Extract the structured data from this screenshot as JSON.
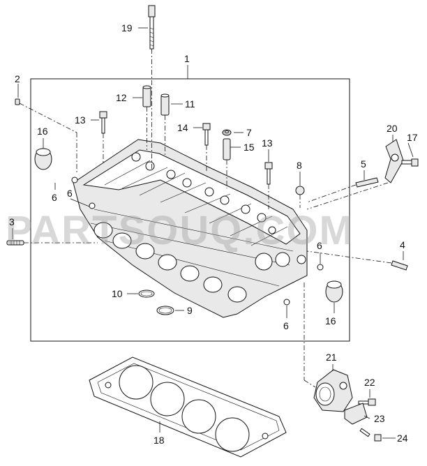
{
  "watermark": "PARTSOUQ.COM",
  "callouts": {
    "c1": "1",
    "c2": "2",
    "c3": "3",
    "c4": "4",
    "c5": "5",
    "c6a": "6",
    "c6b": "6",
    "c6c": "6",
    "c6d": "6",
    "c7": "7",
    "c8": "8",
    "c9": "9",
    "c10": "10",
    "c11": "11",
    "c12": "12",
    "c13a": "13",
    "c13b": "13",
    "c14": "14",
    "c15": "15",
    "c16a": "16",
    "c16b": "16",
    "c17": "17",
    "c18": "18",
    "c19": "19",
    "c20": "20",
    "c21": "21",
    "c22": "22",
    "c23": "23",
    "c24": "24"
  }
}
